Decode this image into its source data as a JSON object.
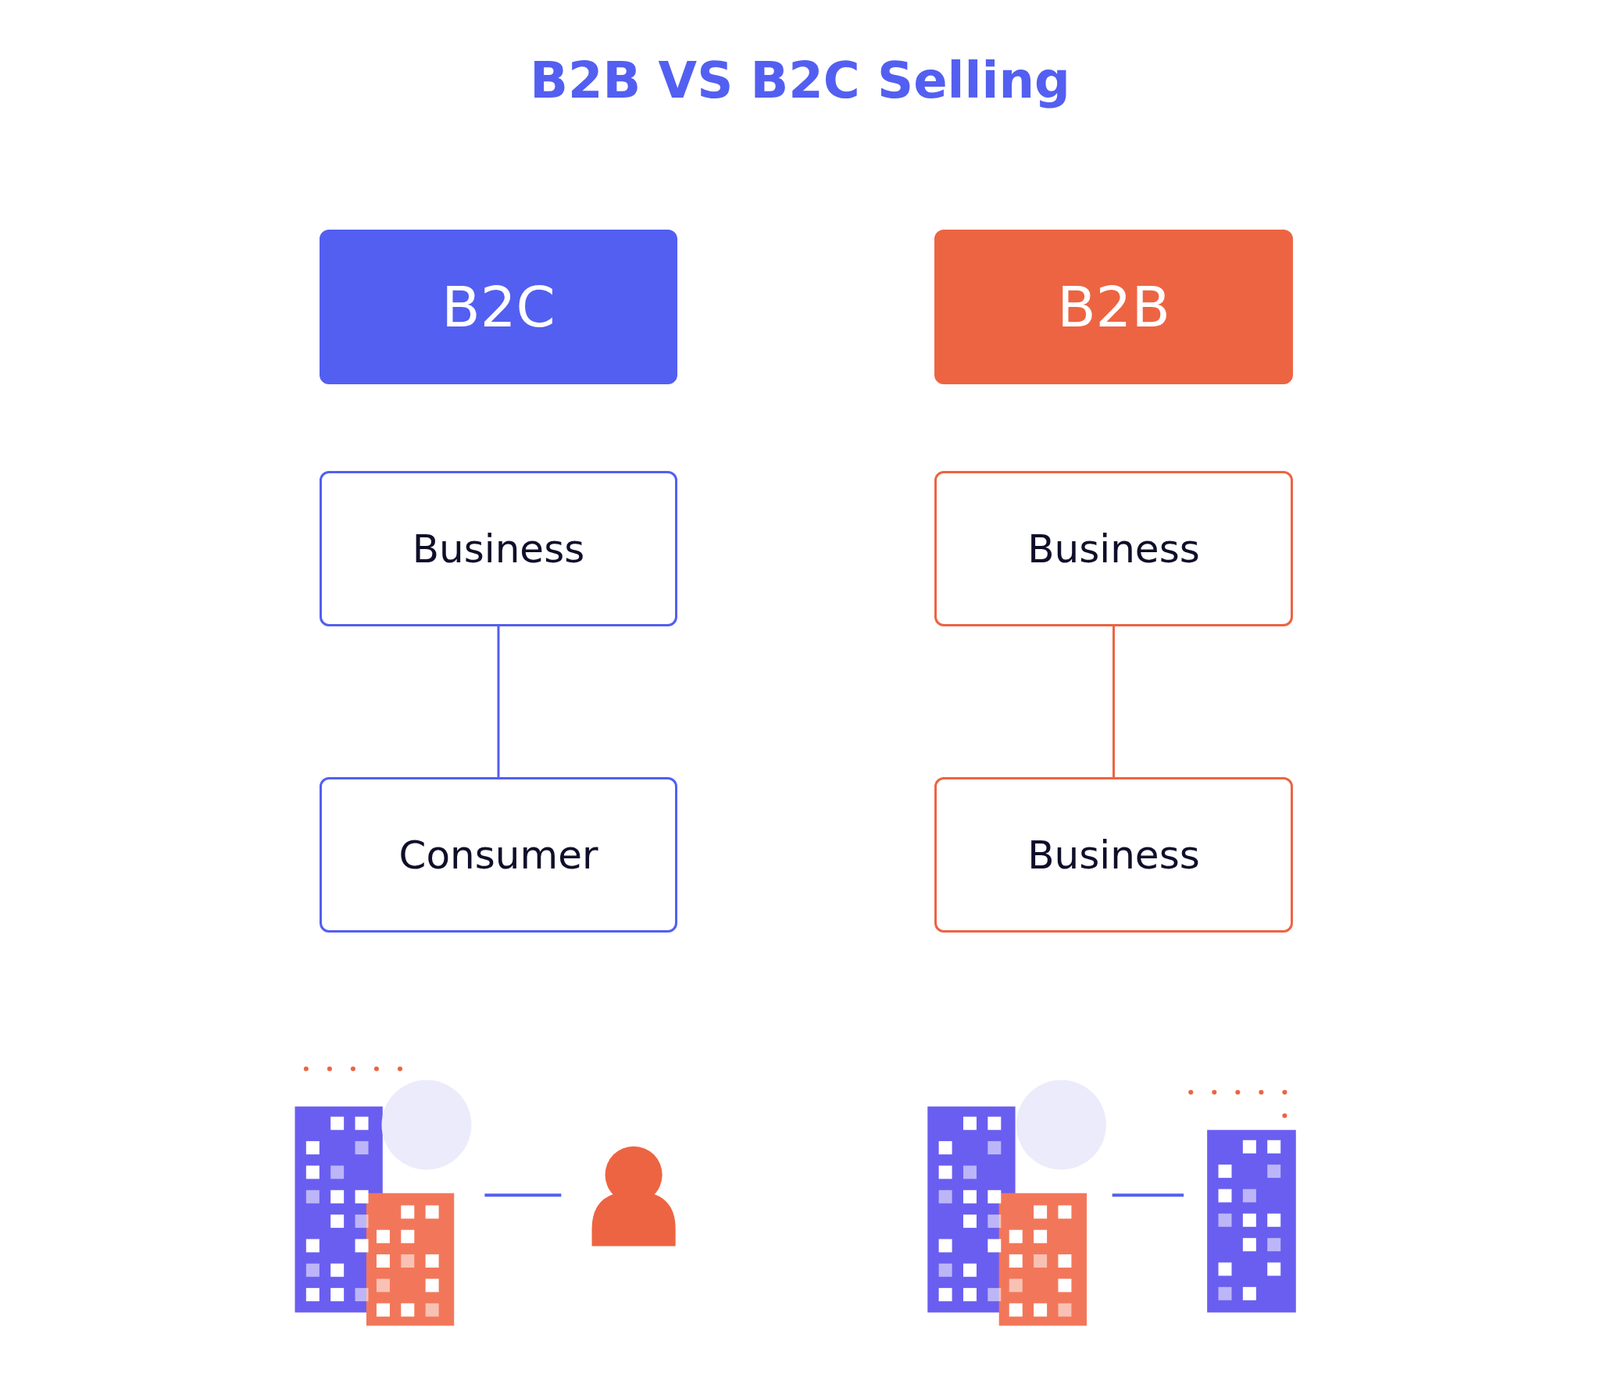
{
  "diagram": {
    "title": "B2B VS B2C Selling",
    "nodes": [
      {
        "text": [
          "B2C"
        ]
      },
      {
        "text": [
          "B2B"
        ]
      },
      {
        "text": [
          "Business"
        ]
      },
      {
        "text": [
          "Business"
        ]
      },
      {
        "text": [
          "Consumer"
        ]
      },
      {
        "text": [
          "Business"
        ]
      }
    ],
    "edges": [
      {
        "from": 2,
        "to": 4,
        "arrow": "none"
      },
      {
        "from": 3,
        "to": 5,
        "arrow": "none"
      }
    ]
  }
}
